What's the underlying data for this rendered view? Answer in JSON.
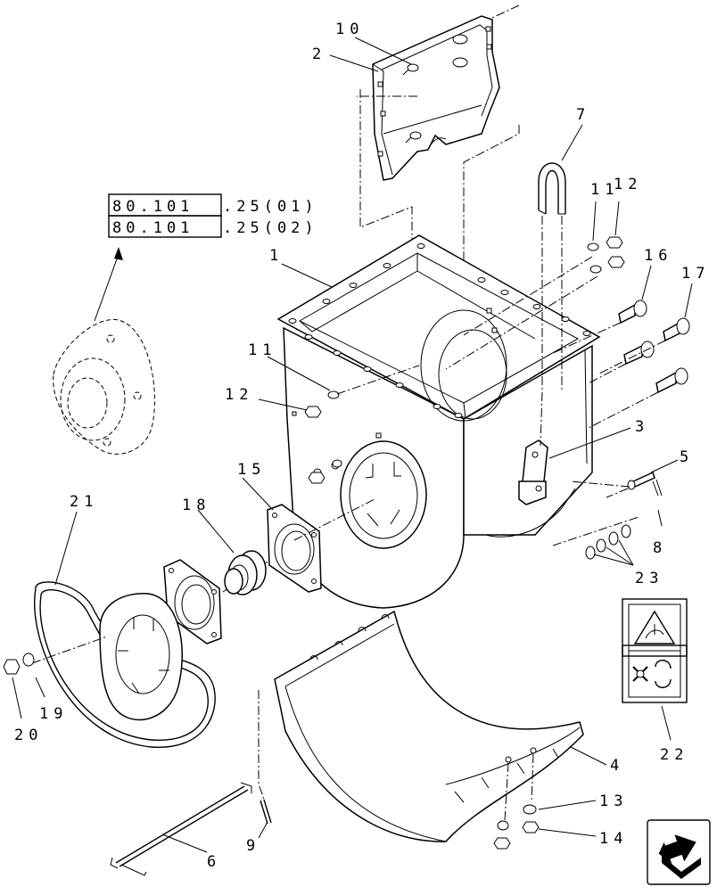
{
  "callouts": [
    {
      "id": "c10",
      "label": "10"
    },
    {
      "id": "c2",
      "label": "2"
    },
    {
      "id": "c7",
      "label": "7"
    },
    {
      "id": "c11a",
      "label": "11"
    },
    {
      "id": "c12a",
      "label": "12"
    },
    {
      "id": "c1",
      "label": "1"
    },
    {
      "id": "c16",
      "label": "16"
    },
    {
      "id": "c17",
      "label": "17"
    },
    {
      "id": "c11b",
      "label": "11"
    },
    {
      "id": "c12b",
      "label": "12"
    },
    {
      "id": "c3",
      "label": "3"
    },
    {
      "id": "c5",
      "label": "5"
    },
    {
      "id": "c8",
      "label": "8"
    },
    {
      "id": "c23",
      "label": "23"
    },
    {
      "id": "c15",
      "label": "15"
    },
    {
      "id": "c18",
      "label": "18"
    },
    {
      "id": "c21",
      "label": "21"
    },
    {
      "id": "c22",
      "label": "22"
    },
    {
      "id": "c19",
      "label": "19"
    },
    {
      "id": "c20",
      "label": "20"
    },
    {
      "id": "c4",
      "label": "4"
    },
    {
      "id": "c13",
      "label": "13"
    },
    {
      "id": "c14",
      "label": "14"
    },
    {
      "id": "c9",
      "label": "9"
    },
    {
      "id": "c6",
      "label": "6"
    }
  ],
  "references": [
    {
      "section": "80.101",
      "suffix": ".25(01)"
    },
    {
      "section": "80.101",
      "suffix": ".25(02)"
    }
  ],
  "icons": {
    "next_page": "next-page-arrow-icon",
    "warning_decal": "hand-entanglement-warning-icon",
    "rotation_decal": "rotation-prohibited-icon"
  }
}
